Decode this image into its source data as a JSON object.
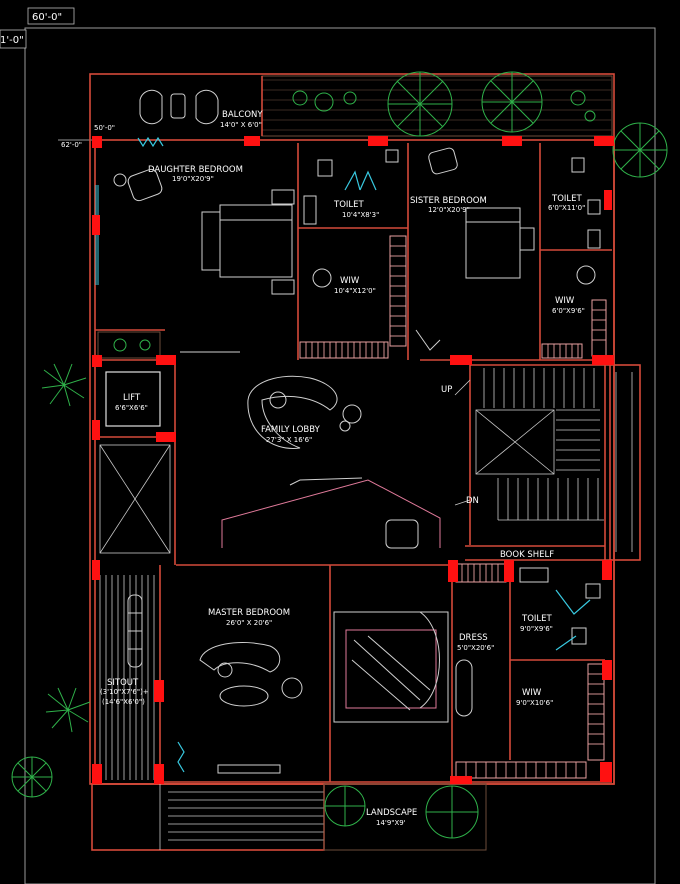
{
  "dimensions": {
    "top_overall": "60'-0\"",
    "left_overall": "1'-0\"",
    "balcony_width": "50'-0\"",
    "side_width": "62'-0\""
  },
  "rooms": {
    "balcony": {
      "name": "BALCONY",
      "size": "14'0\" X 6'0\""
    },
    "daughter_bedroom": {
      "name": "DAUGHTER BEDROOM",
      "size": "19'0\"X20'9\""
    },
    "toilet_1": {
      "name": "TOILET",
      "size": "10'4\"X8'3\""
    },
    "sister_bedroom": {
      "name": "SISTER  BEDROOM",
      "size": "12'0\"X20'9\""
    },
    "toilet_2": {
      "name": "TOILET",
      "size": "6'0\"X11'0\""
    },
    "wiw_1": {
      "name": "WIW",
      "size": "10'4\"X12'0\""
    },
    "wiw_2": {
      "name": "WIW",
      "size": "6'0\"X9'6\""
    },
    "lift": {
      "name": "LIFT",
      "size": "6'6\"X6'6\""
    },
    "family_lobby": {
      "name": "FAMILY LOBBY",
      "size": "27'3\" X 16'6\""
    },
    "stair_up": {
      "name": "UP"
    },
    "stair_dn": {
      "name": "DN"
    },
    "book_shelf": {
      "name": "BOOK SHELF"
    },
    "master_bedroom": {
      "name": "MASTER BEDROOM",
      "size": "26'0\" X 20'6\""
    },
    "dress": {
      "name": "DRESS",
      "size": "5'0\"X20'6\""
    },
    "toilet_3": {
      "name": "TOILET",
      "size": "9'0\"X9'6\""
    },
    "wiw_3": {
      "name": "WIW",
      "size": "9'0\"X10'6\""
    },
    "sitout": {
      "name": "SITOUT",
      "size_line1": "(3'10\"X7'6\")+",
      "size_line2": "(14'6\"X6'0\")"
    },
    "landscape": {
      "name": "LANDSCAPE",
      "size": "14'9\"X9'"
    }
  },
  "colors": {
    "background": "#000000",
    "wall": "#d44a3a",
    "column": "#ff1111",
    "plant": "#2fb14a",
    "window": "#38c9e0",
    "furniture": "#cfcfcf"
  }
}
